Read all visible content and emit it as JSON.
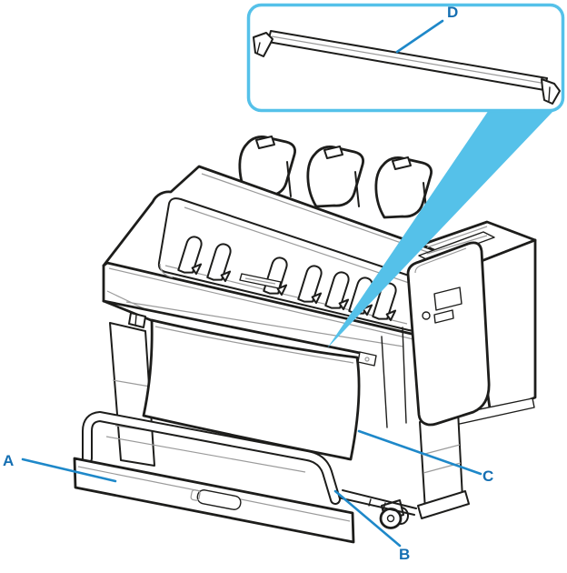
{
  "diagram": {
    "type": "large-format-printer-parts-callout",
    "labels": {
      "a": "A",
      "b": "B",
      "c": "C",
      "d": "D"
    },
    "colors": {
      "accent": "#55c1e9",
      "label_text": "#156fb2",
      "leader_line": "#1e88c9",
      "line_art": "#1d1d1b",
      "background": "#ffffff"
    }
  }
}
